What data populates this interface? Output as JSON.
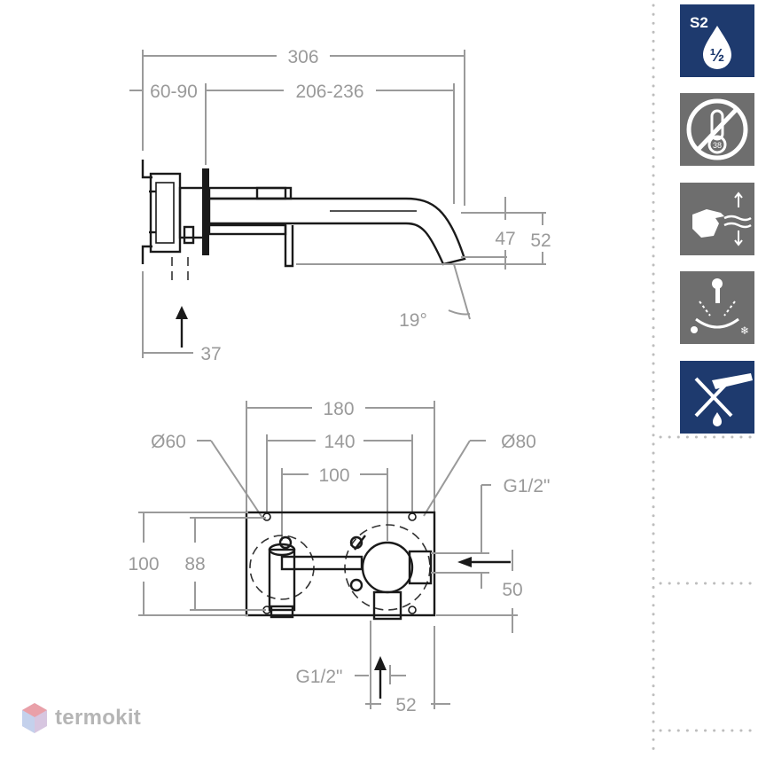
{
  "side_view": {
    "dims": {
      "overall": "306",
      "wall_range": "60-90",
      "spout_range": "206-236",
      "height_inner": "47",
      "height_outer": "52",
      "angle": "19°",
      "inlet_offset": "37"
    }
  },
  "front_view": {
    "dims": {
      "plate_width": "180",
      "dia_small": "Ø60",
      "hole_span": "140",
      "dia_large": "Ø80",
      "center_distance": "100",
      "thread_side": "G1/2\"",
      "plate_height": "100",
      "hole_height": "88",
      "side_offset": "50",
      "thread_bottom": "G1/2\"",
      "bottom_offset": "52"
    }
  },
  "feature_badges": [
    {
      "name": "s2-half-flow",
      "label": "S2",
      "sublabel": "½",
      "color": "#1e3a6e"
    },
    {
      "name": "no-thermostat-38",
      "label": "38",
      "color": "#6e6e6e"
    },
    {
      "name": "hand-temperature",
      "color": "#6e6e6e"
    },
    {
      "name": "hot-cold-mixing",
      "color": "#6e6e6e"
    },
    {
      "name": "no-drip-spout",
      "color": "#1e3a6e"
    }
  ],
  "brand": {
    "name": "termokit",
    "logo_color": "#c9a0b2"
  }
}
